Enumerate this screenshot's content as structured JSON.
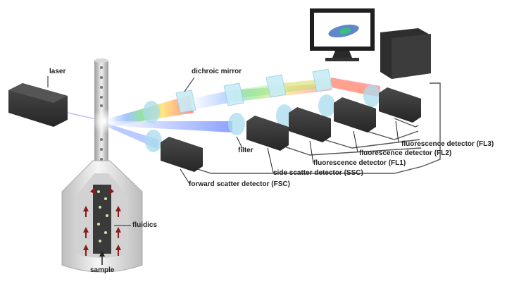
{
  "labels": {
    "laser": "laser",
    "dichroic_mirror": "dichroic mirror",
    "filter": "filter",
    "fsc": "forward scatter detector (FSC)",
    "ssc": "side scatter detector (SSC)",
    "fl1": "fluorescence detector (FL1)",
    "fl2": "fluorescence detector (FL2)",
    "fl3": "fluorescence detector (FL3)",
    "fluidics": "fluidics",
    "sample": "sample"
  },
  "colors": {
    "detector_box": "#3a3a3a",
    "lens": "#a9dcee",
    "mirror": "#c8ecf7",
    "flow_arrow": "#8b1a1a",
    "wire": "#555555",
    "monitor_screen": "#2a5fb8",
    "beam_red": "#ff5a5a",
    "beam_green": "#7be07b",
    "beam_blue": "#5b7cff",
    "beam_yellow": "#ffe066"
  },
  "icons": [
    "laser-icon",
    "detector-icon",
    "lens-icon",
    "mirror-icon",
    "monitor-icon",
    "computer-icon",
    "flow-cell-icon"
  ]
}
